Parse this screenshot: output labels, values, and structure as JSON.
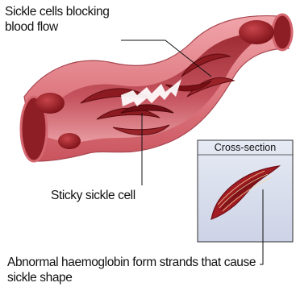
{
  "labels": {
    "sickle_blocking": "Sickle cells blocking blood flow",
    "sticky_sickle": "Sticky sickle cell",
    "abnormal_haemoglobin": "Abnormal haemoglobin form strands that cause sickle shape"
  },
  "inset": {
    "title": "Cross-section"
  },
  "colors": {
    "vessel_outer": "#e07c84",
    "vessel_inner": "#b8343e",
    "blood_cell": "#a11c23",
    "inset_background": "#dce1ef",
    "leader_line": "#111111"
  }
}
